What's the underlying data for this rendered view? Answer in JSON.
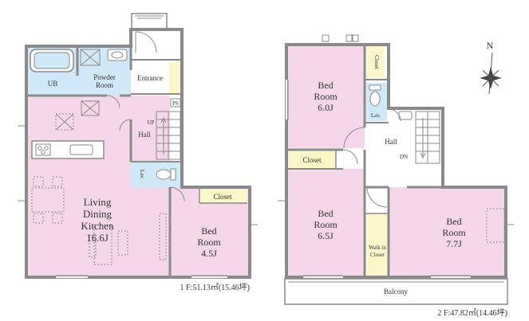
{
  "colors": {
    "room_pink": "#f6d7ea",
    "wet_blue": "#cfe9f8",
    "closet_yellow": "#fbf7c8",
    "wall": "#8a8a8a",
    "floor_white": "#ffffff"
  },
  "floor1": {
    "ub": "UB",
    "powder_1": "Powder",
    "powder_2": "Room",
    "entrance": "Entrance",
    "ps": "PS",
    "up": "UP",
    "hall": "Hall",
    "lav": "Lav.",
    "ldk_1": "Living",
    "ldk_2": "Dining",
    "ldk_3": "Kitchen",
    "ldk_4": "16.6J",
    "closet": "Closet",
    "bed_1": "Bed",
    "bed_2": "Room",
    "bed_3": "4.5J",
    "caption": "1 F:51.13㎡(15.46坪)"
  },
  "floor2": {
    "bed_a_1": "Bed",
    "bed_a_2": "Room",
    "bed_a_3": "6.0J",
    "closet_v": "Closet",
    "lav": "Lav.",
    "hall": "Hall",
    "dn": "DN",
    "closet_h": "Closet",
    "bed_b_1": "Bed",
    "bed_b_2": "Room",
    "bed_b_3": "6.5J",
    "walkin_1": "Walk in",
    "walkin_2": "Closet",
    "bed_c_1": "Bed",
    "bed_c_2": "Room",
    "bed_c_3": "7.7J",
    "balcony": "Balcony",
    "caption": "2 F:47.82㎡(14.46坪)"
  },
  "compass": {
    "north": "N"
  }
}
